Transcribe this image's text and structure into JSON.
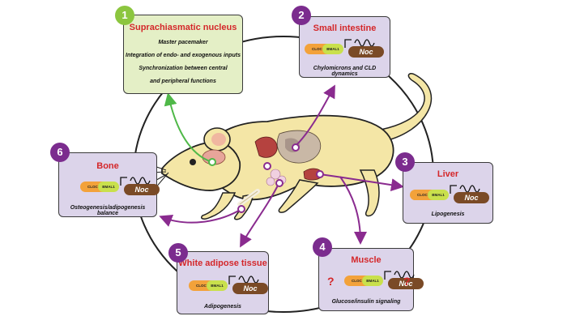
{
  "scn": {
    "number": "1",
    "title": "Suprachiasmatic nucleus",
    "lines": [
      "Master pacemaker",
      "Integration of endo- and exogenous inputs",
      "Synchronization between central",
      "and peripheral functions"
    ]
  },
  "intestine": {
    "number": "2",
    "title": "Small intestine",
    "caption": "Chylomicrons and CLD dynamics"
  },
  "liver": {
    "number": "3",
    "title": "Liver",
    "caption": "Lipogenesis"
  },
  "muscle": {
    "number": "4",
    "title": "Muscle",
    "caption": "Glucose/insulin signaling",
    "question_left": "?",
    "question_right": "?"
  },
  "adipose": {
    "number": "5",
    "title": "White adipose tissue",
    "caption": "Adipogenesis"
  },
  "bone": {
    "number": "6",
    "title": "Bone",
    "caption": "Osteogenesis/adipogenesis balance"
  },
  "gene": {
    "clock_label": "CLOCK",
    "bmal_label": "BMAL1",
    "noc_label": "Noc"
  },
  "colors": {
    "title_red": "#d4272a",
    "badge_purple": "#7b2c8e",
    "badge_green": "#8cc63f",
    "box_purple": "#dcd4ea",
    "box_green": "#e4efc6",
    "arrow_purple": "#8a2b8f",
    "arrow_green": "#4fb848"
  }
}
